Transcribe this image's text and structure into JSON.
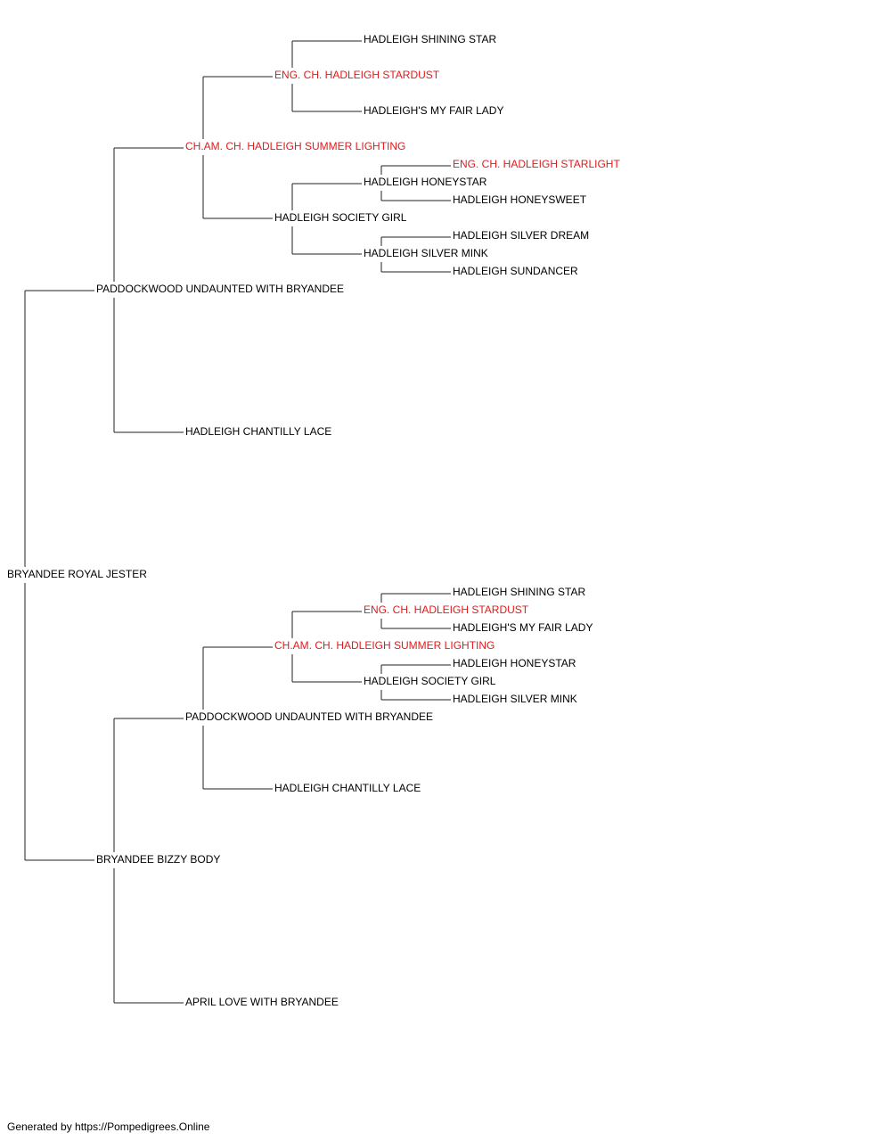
{
  "colors": {
    "text": "#000000",
    "champion": "#e31a1c",
    "line": "#222222"
  },
  "root": {
    "name": "BRYANDEE ROYAL JESTER",
    "sire": {
      "name": "PADDOCKWOOD UNDAUNTED WITH BRYANDEE",
      "sire": {
        "name": "CH.AM. CH. HADLEIGH SUMMER LIGHTING",
        "champion": true,
        "sire": {
          "name": "ENG. CH. HADLEIGH STARDUST",
          "champion": true,
          "sire": {
            "name": "HADLEIGH SHINING STAR"
          },
          "dam": {
            "name": "HADLEIGH'S MY FAIR LADY"
          }
        },
        "dam": {
          "name": "HADLEIGH SOCIETY GIRL",
          "sire": {
            "name": "HADLEIGH HONEYSTAR",
            "sire": {
              "name": "ENG. CH. HADLEIGH STARLIGHT",
              "champion": true
            },
            "dam": {
              "name": "HADLEIGH HONEYSWEET"
            }
          },
          "dam": {
            "name": "HADLEIGH SILVER MINK",
            "sire": {
              "name": "HADLEIGH SILVER DREAM"
            },
            "dam": {
              "name": "HADLEIGH SUNDANCER"
            }
          }
        }
      },
      "dam": {
        "name": "HADLEIGH CHANTILLY LACE"
      }
    },
    "dam": {
      "name": "BRYANDEE BIZZY BODY",
      "sire": {
        "name": "PADDOCKWOOD UNDAUNTED WITH BRYANDEE",
        "sire": {
          "name": "CH.AM. CH. HADLEIGH SUMMER LIGHTING",
          "champion": true,
          "sire": {
            "name": "ENG. CH. HADLEIGH STARDUST",
            "champion": true,
            "sire": {
              "name": "HADLEIGH SHINING STAR"
            },
            "dam": {
              "name": "HADLEIGH'S MY FAIR LADY"
            }
          },
          "dam": {
            "name": "HADLEIGH SOCIETY GIRL",
            "sire": {
              "name": "HADLEIGH HONEYSTAR"
            },
            "dam": {
              "name": "HADLEIGH SILVER MINK"
            }
          }
        },
        "dam": {
          "name": "HADLEIGH CHANTILLY LACE"
        }
      },
      "dam": {
        "name": "APRIL LOVE WITH BRYANDEE"
      }
    }
  },
  "footer": "Generated by https://Pompedigrees.Online"
}
